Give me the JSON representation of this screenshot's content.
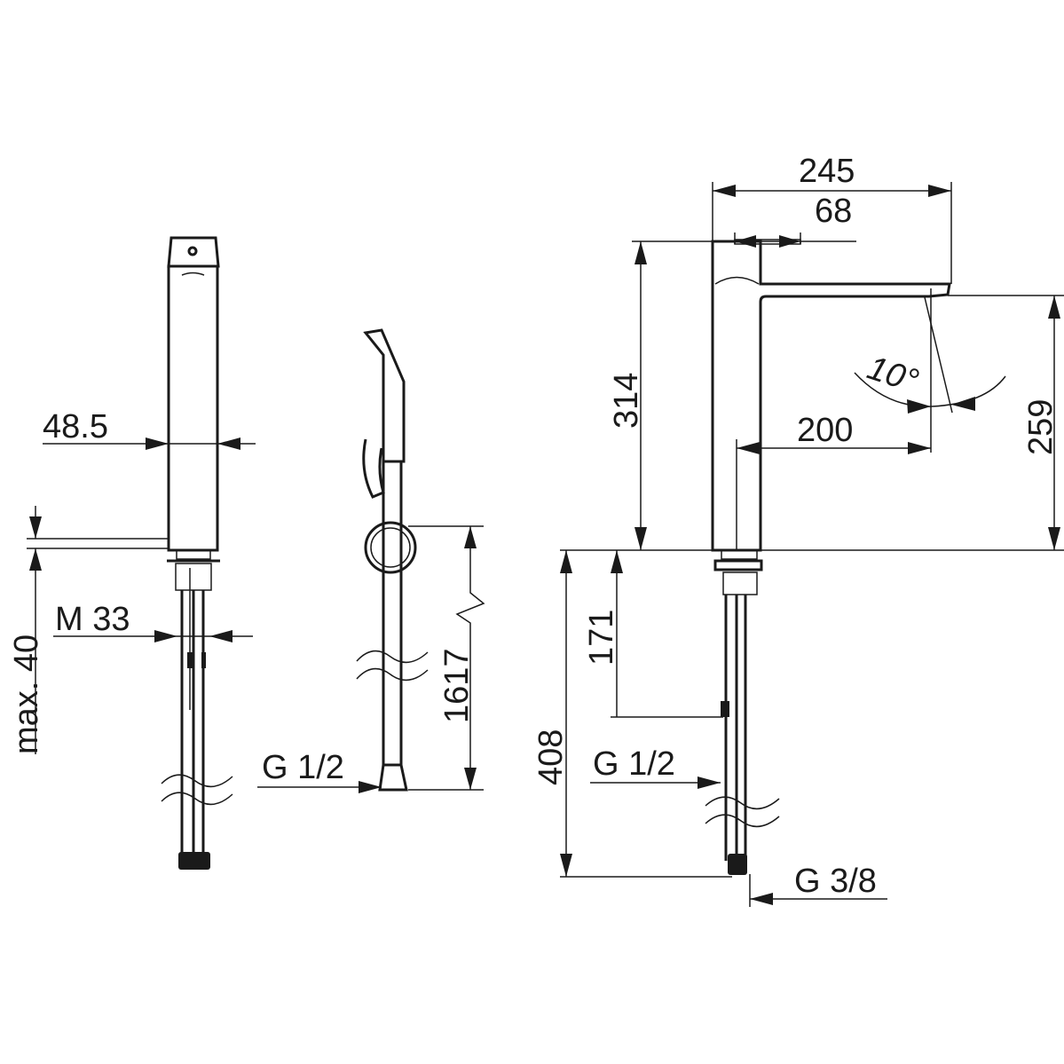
{
  "drawing": {
    "side_view": {
      "width_label": "48.5",
      "max_thickness_label": "max. 40",
      "thread_label": "M 33"
    },
    "hand_shower_view": {
      "hose_length_label": "1617",
      "connection_label": "G 1/2"
    },
    "front_view": {
      "total_length_label": "245",
      "lever_label": "68",
      "height_label": "314",
      "reach_label": "200",
      "angle_label": "10°",
      "spout_height_label": "259",
      "connection_height_label": "171",
      "hose_length_label": "408",
      "shower_connection_label": "G 1/2",
      "supply_label": "G 3/8"
    }
  },
  "colors": {
    "line": "#1a1a1a",
    "background": "#ffffff"
  }
}
